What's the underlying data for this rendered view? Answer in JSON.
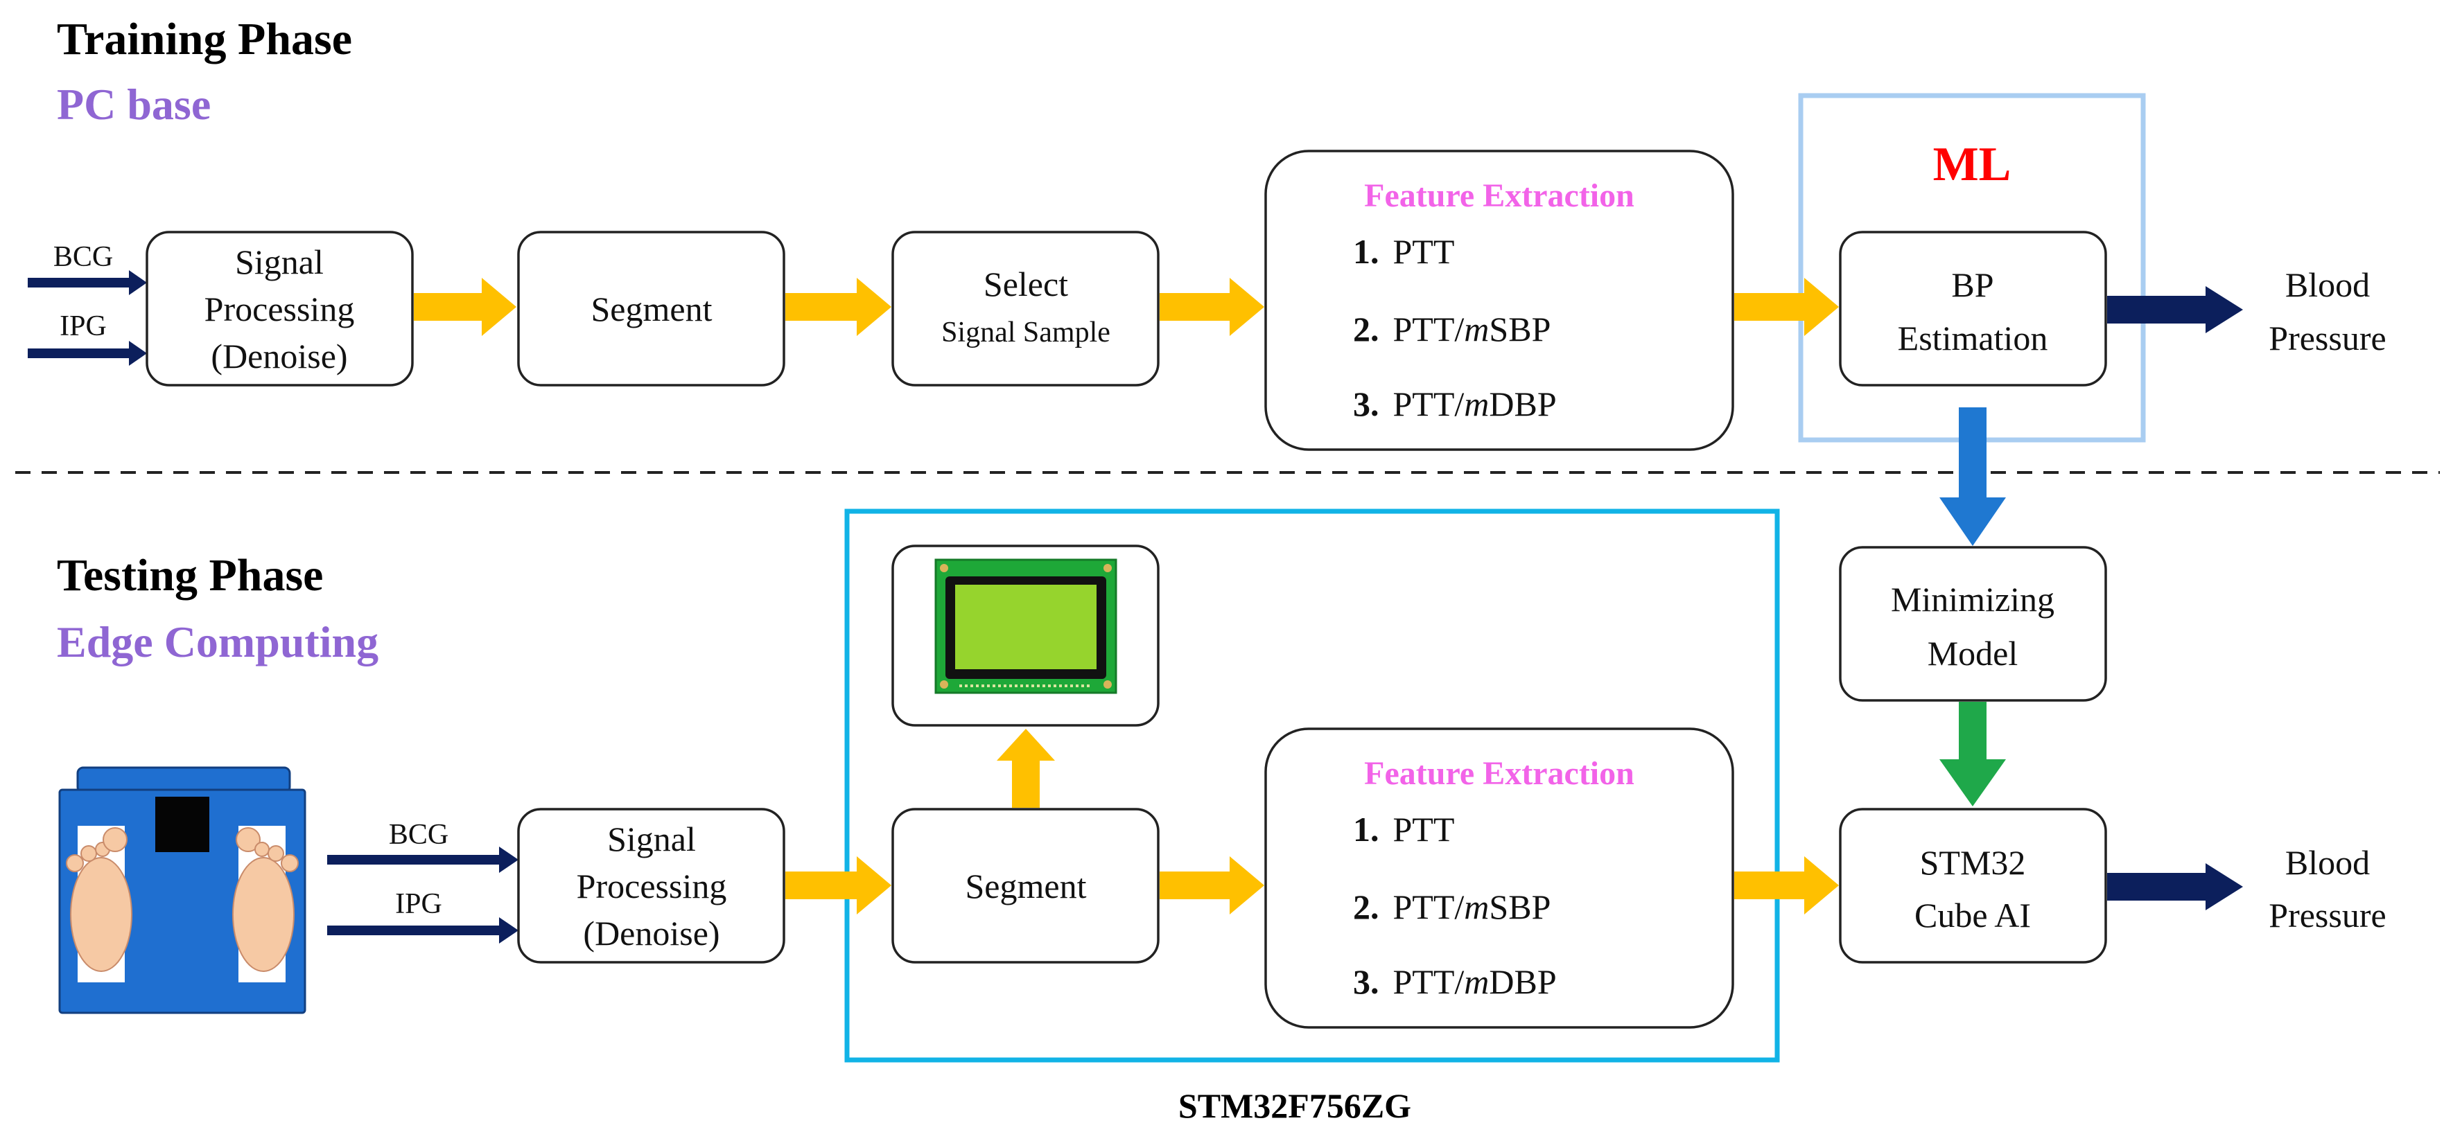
{
  "training": {
    "title": "Training Phase",
    "subtitle": "PC base",
    "input_bcg": "BCG",
    "input_ipg": "IPG",
    "signal_processing": [
      "Signal",
      "Processing",
      "(Denoise)"
    ],
    "segment": "Segment",
    "select": [
      "Select",
      "Signal Sample"
    ],
    "feature_title": "Feature Extraction",
    "features": [
      {
        "num": "1.",
        "pre": "PTT",
        "ital": "",
        "post": ""
      },
      {
        "num": "2.",
        "pre": "PTT/",
        "ital": "m",
        "post": "SBP"
      },
      {
        "num": "3.",
        "pre": "PTT/",
        "ital": "m",
        "post": "DBP"
      }
    ],
    "ml_label": "ML",
    "bp_estimation": [
      "BP",
      "Estimation"
    ],
    "output": [
      "Blood",
      "Pressure"
    ]
  },
  "testing": {
    "title": "Testing Phase",
    "subtitle": "Edge Computing",
    "input_bcg": "BCG",
    "input_ipg": "IPG",
    "signal_processing": [
      "Signal",
      "Processing",
      "(Denoise)"
    ],
    "segment": "Segment",
    "feature_title": "Feature Extraction",
    "features": [
      {
        "num": "1.",
        "pre": "PTT",
        "ital": "",
        "post": ""
      },
      {
        "num": "2.",
        "pre": "PTT/",
        "ital": "m",
        "post": "SBP"
      },
      {
        "num": "3.",
        "pre": "PTT/",
        "ital": "m",
        "post": "DBP"
      }
    ],
    "minimizing": [
      "Minimizing",
      "Model"
    ],
    "stm32": [
      "STM32",
      "Cube AI"
    ],
    "output": [
      "Blood",
      "Pressure"
    ],
    "chip_label": "STM32F756ZG"
  },
  "colors": {
    "orange_arrow": "#ffc000",
    "navy_arrow": "#0c1f5c",
    "blue_arrow": "#1f78d1",
    "green_arrow": "#1fa84a",
    "ml_box": "#a9cdf1",
    "mcu_box": "#11b3e6",
    "scale_body": "#1f6fd0",
    "lcd_screen": "#96d42d",
    "lcd_board": "#1ea838"
  }
}
